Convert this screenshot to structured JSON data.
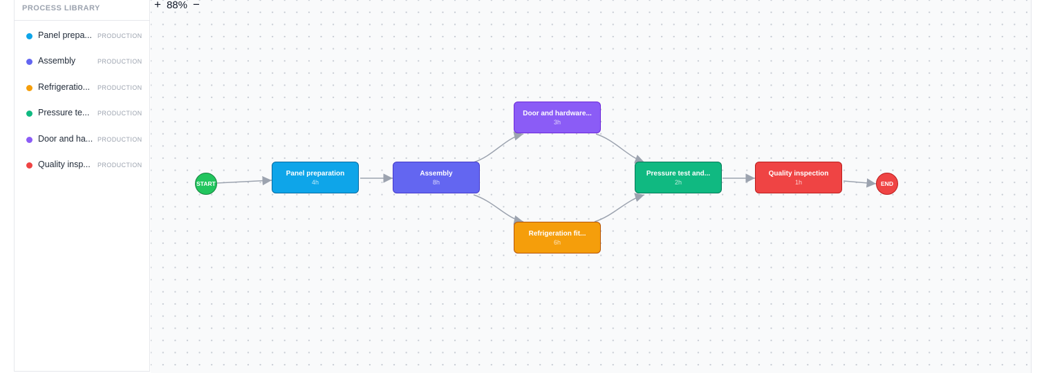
{
  "sidebar": {
    "header": "PROCESS LIBRARY",
    "items": [
      {
        "label": "Panel prepa...",
        "tag": "PRODUCTION",
        "color": "#0ea5e9"
      },
      {
        "label": "Assembly",
        "tag": "PRODUCTION",
        "color": "#6366f1"
      },
      {
        "label": "Refrigeratio...",
        "tag": "PRODUCTION",
        "color": "#f59e0b"
      },
      {
        "label": "Pressure te...",
        "tag": "PRODUCTION",
        "color": "#10b981"
      },
      {
        "label": "Door and ha...",
        "tag": "PRODUCTION",
        "color": "#8b5cf6"
      },
      {
        "label": "Quality insp...",
        "tag": "PRODUCTION",
        "color": "#ef4444"
      }
    ]
  },
  "zoom": {
    "plus": "+",
    "level": "88%",
    "minus": "−"
  },
  "flow": {
    "start": {
      "label": "START",
      "color": "#22c55e"
    },
    "end": {
      "label": "END",
      "color": "#ef4444"
    },
    "nodes": [
      {
        "title": "Panel preparation",
        "duration": "4h",
        "color": "#0ea5e9"
      },
      {
        "title": "Assembly",
        "duration": "8h",
        "color": "#6366f1"
      },
      {
        "title": "Door and hardware...",
        "duration": "3h",
        "color": "#8b5cf6"
      },
      {
        "title": "Refrigeration fit...",
        "duration": "6h",
        "color": "#f59e0b"
      },
      {
        "title": "Pressure test and...",
        "duration": "2h",
        "color": "#10b981"
      },
      {
        "title": "Quality inspection",
        "duration": "1h",
        "color": "#ef4444"
      }
    ]
  }
}
